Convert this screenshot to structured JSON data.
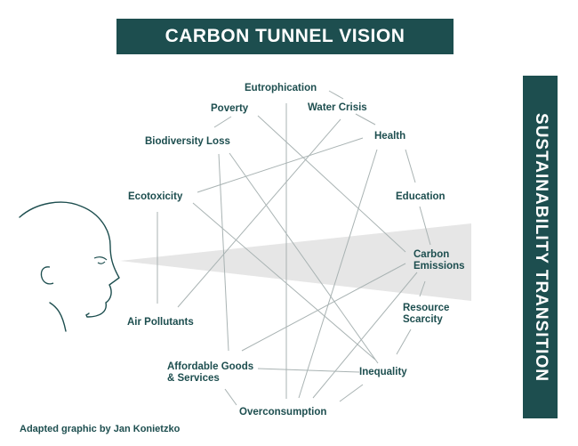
{
  "title": "CARBON TUNNEL VISION",
  "side_label": "SUSTAINABILITY TRANSITION",
  "credit": "Adapted graphic by Jan Konietzko",
  "nodes": {
    "eutrophication": "Eutrophication",
    "poverty": "Poverty",
    "water_crisis": "Water Crisis",
    "biodiversity_loss": "Biodiversity Loss",
    "health": "Health",
    "ecotoxicity": "Ecotoxicity",
    "education": "Education",
    "carbon_emissions_1": "Carbon",
    "carbon_emissions_2": "Emissions",
    "resource_scarcity_1": "Resource",
    "resource_scarcity_2": "Scarcity",
    "air_pollutants": "Air Pollutants",
    "affordable_goods_1": "Affordable Goods",
    "affordable_goods_2": "& Services",
    "inequality": "Inequality",
    "overconsumption": "Overconsumption"
  },
  "colors": {
    "accent": "#1d4e4f",
    "line": "#a9b3b3",
    "beam": "#e6e6e6"
  }
}
